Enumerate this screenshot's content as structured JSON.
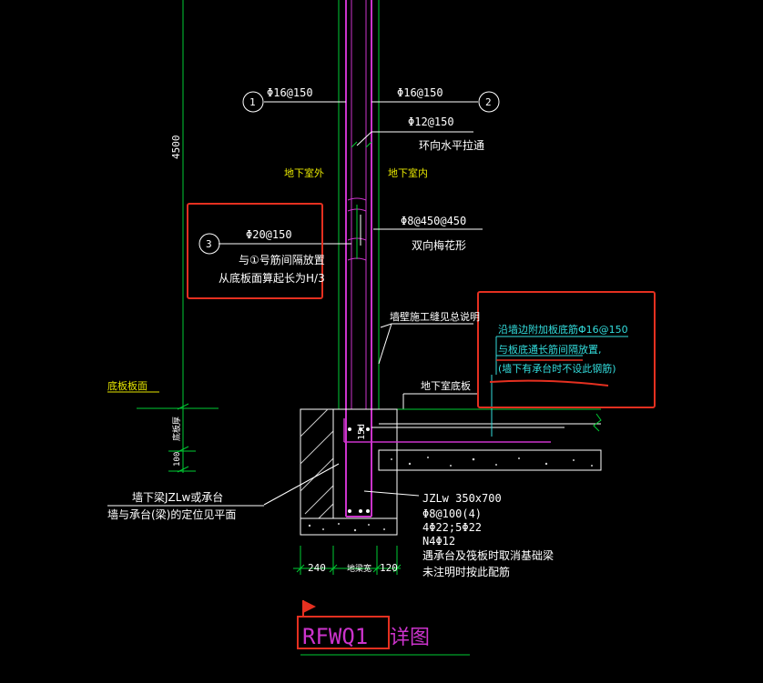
{
  "colors": {
    "background": "#000000",
    "dimension_line": "#00cc33",
    "text": "#ffffff",
    "wall_rebar": "#cc33cc",
    "label_yellow": "#e6e600",
    "highlight_box": "#e53020",
    "annotation_cyan": "#33dddd",
    "hatch": "#cccccc"
  },
  "rebar_labels": {
    "bar_left": "Φ16@150",
    "bar_right": "Φ16@150",
    "horizontal_tie": "Φ12@150",
    "horizontal_tie_note": "环向水平拉通",
    "stirrup": "Φ8@450@450",
    "stirrup_note": "双向梅花形",
    "extra_bar": "Φ20@150",
    "extra_bar_note1": "与①号筋间隔放置",
    "extra_bar_note2": "从底板面算起长为H/3"
  },
  "circle_markers": [
    "1",
    "2",
    "3"
  ],
  "zone_labels": {
    "outside": "地下室外",
    "inside": "地下室内"
  },
  "dimensions": {
    "wall_height": "4500",
    "slab_label": "底板厚",
    "slab_extra": "100",
    "width_left": "240",
    "width_mid": "地梁宽",
    "width_right": "120",
    "anchor": "15d"
  },
  "notes": {
    "wall_construction": "墙壁施工缝见总说明",
    "slab_top": "底板板面",
    "basement_slab": "地下室底板",
    "beam_note1": "墙下梁JZLw或承台",
    "beam_note2": "墙与承台(梁)的定位见平面",
    "cyan_note1": "沿墙边附加板底筋Φ16@150",
    "cyan_note2": "与板底通长筋间隔放置,",
    "cyan_note3": "(墙下有承台时不设此钢筋)"
  },
  "beam_spec": {
    "line1": "JZLw 350x700",
    "line2": "Φ8@100(4)",
    "line3": "4Φ22;5Φ22",
    "line4": "N4Φ12",
    "line5": "遇承台及筏板时取消基础梁",
    "line6": "未注明时按此配筋"
  },
  "title": {
    "code": "RFWQ1",
    "suffix": "详图"
  }
}
